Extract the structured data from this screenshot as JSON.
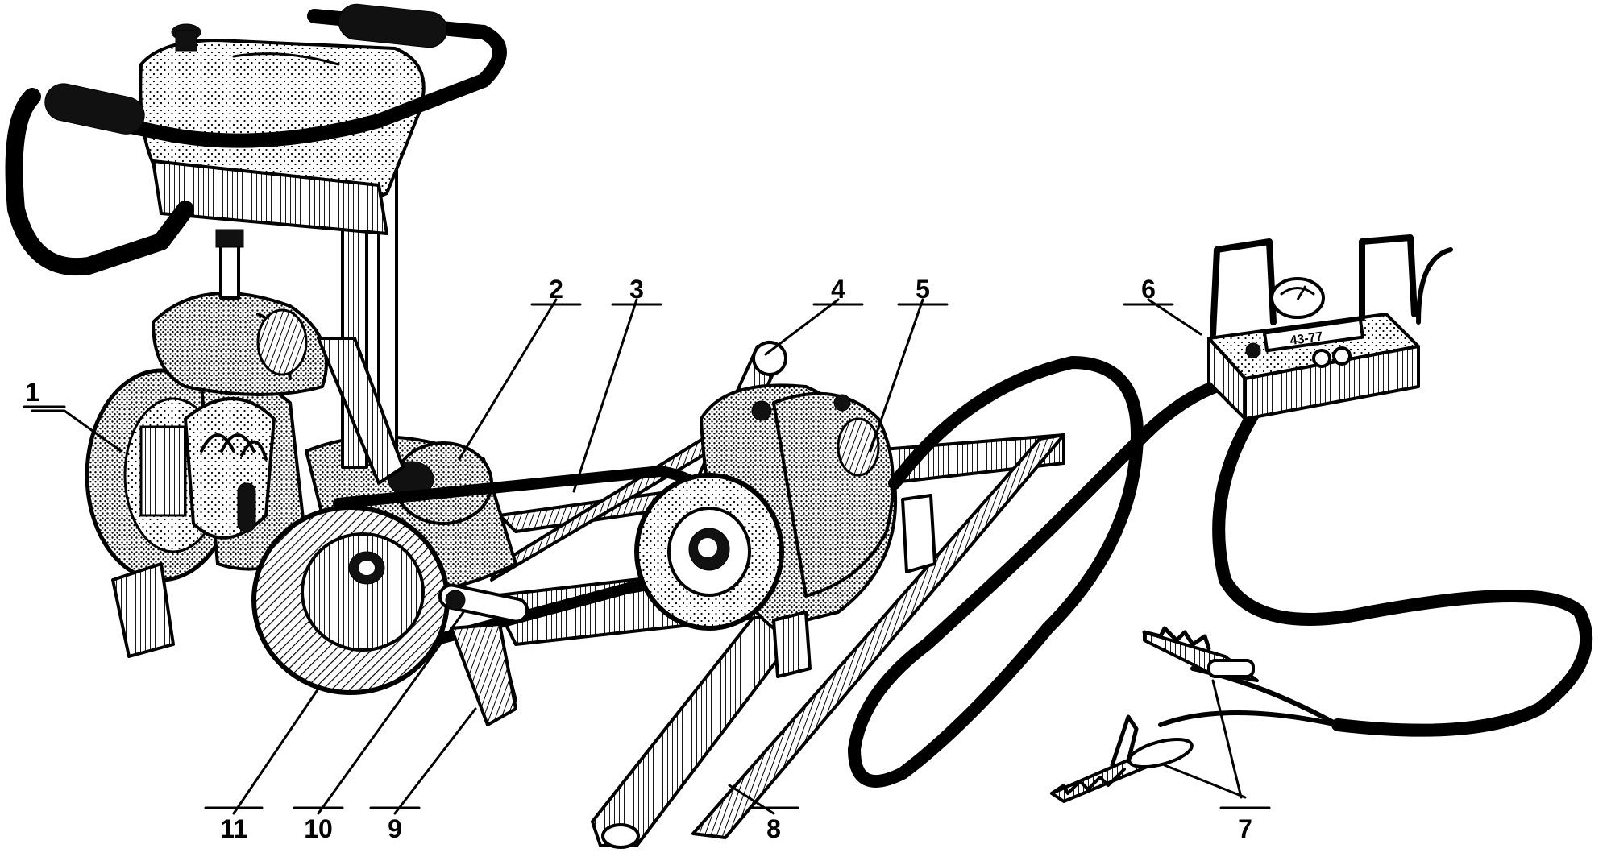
{
  "callouts": [
    {
      "id": "1",
      "label": "1"
    },
    {
      "id": "2",
      "label": "2"
    },
    {
      "id": "3",
      "label": "3"
    },
    {
      "id": "4",
      "label": "4"
    },
    {
      "id": "5",
      "label": "5"
    },
    {
      "id": "6",
      "label": "6"
    },
    {
      "id": "7",
      "label": "7"
    },
    {
      "id": "8",
      "label": "8"
    },
    {
      "id": "9",
      "label": "9"
    },
    {
      "id": "10",
      "label": "10"
    },
    {
      "id": "11",
      "label": "11"
    }
  ],
  "meter": {
    "labels": [
      "43-77"
    ]
  }
}
